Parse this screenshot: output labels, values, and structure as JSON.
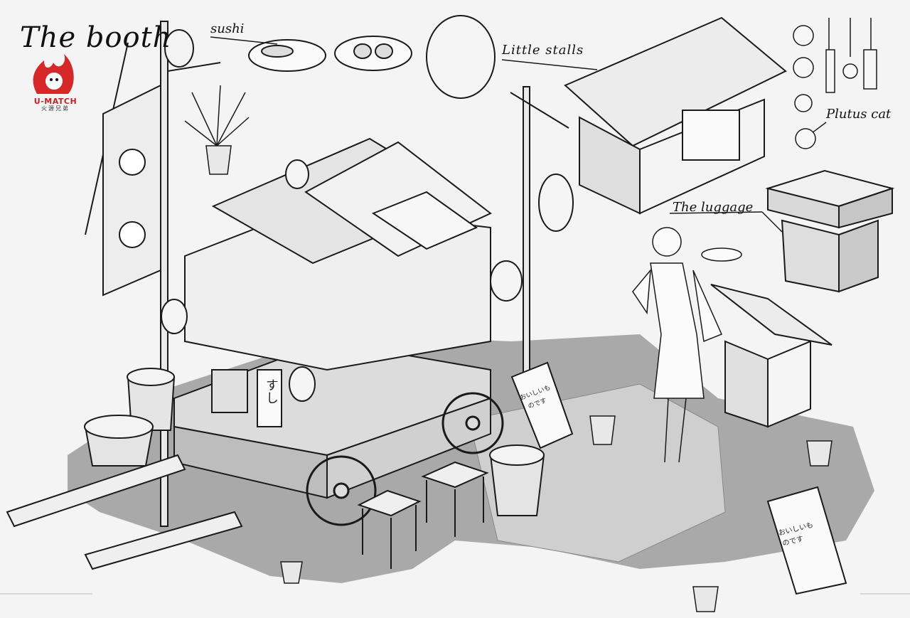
{
  "title": "The booth",
  "labels": {
    "sushi": "sushi",
    "little_stalls": "Little stalls",
    "plutus_cat": "Plutus cat",
    "luggage": "The luggage"
  },
  "logo": {
    "name": "U-MATCH",
    "subtitle": "火源兄弟",
    "color": "#d62828"
  },
  "signs": {
    "cart_sign": "すし",
    "menu_board_line1": "おいしいも",
    "menu_board_line2": "のです"
  },
  "colors": {
    "background": "#f4f4f4",
    "line": "#1a1a1a",
    "shadow": "#9a9a9a",
    "mid": "#c8c8c8",
    "light": "#e6e6e6"
  }
}
